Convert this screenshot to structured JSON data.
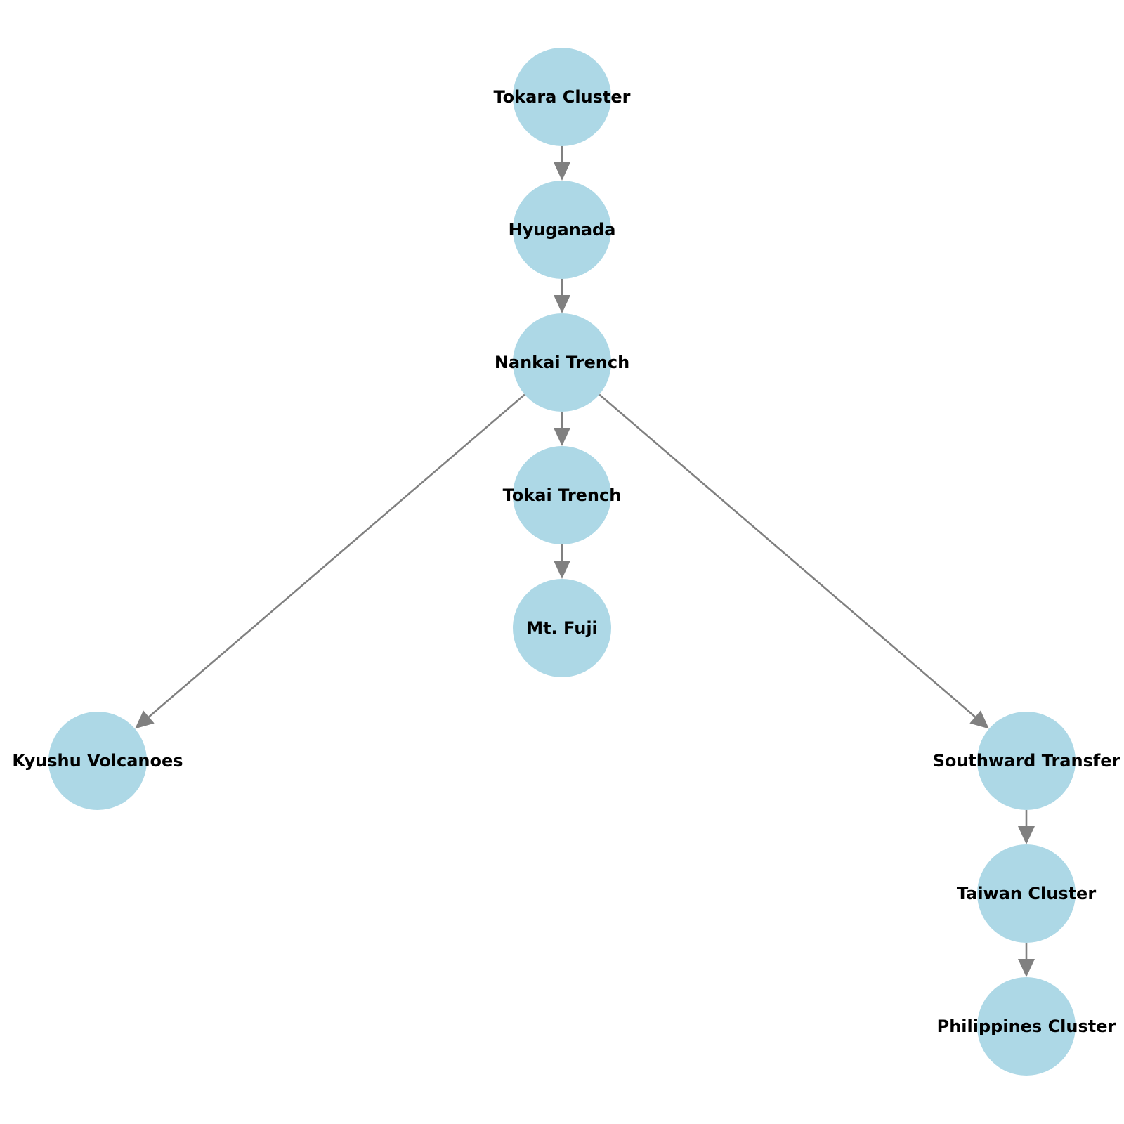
{
  "graph": {
    "nodes": [
      {
        "id": "tokara",
        "label": "Tokara Cluster",
        "color": "#add8e6"
      },
      {
        "id": "hyuganada",
        "label": "Hyuganada",
        "color": "#add8e6"
      },
      {
        "id": "nankai",
        "label": "Nankai Trench",
        "color": "#add8e6"
      },
      {
        "id": "tokai",
        "label": "Tokai Trench",
        "color": "#add8e6"
      },
      {
        "id": "fuji",
        "label": "Mt. Fuji",
        "color": "#add8e6"
      },
      {
        "id": "kyushu",
        "label": "Kyushu Volcanoes",
        "color": "#add8e6"
      },
      {
        "id": "southward",
        "label": "Southward Transfer",
        "color": "#add8e6"
      },
      {
        "id": "taiwan",
        "label": "Taiwan Cluster",
        "color": "#add8e6"
      },
      {
        "id": "philippines",
        "label": "Philippines Cluster",
        "color": "#add8e6"
      }
    ],
    "edges": [
      {
        "from": "tokara",
        "to": "hyuganada"
      },
      {
        "from": "hyuganada",
        "to": "nankai"
      },
      {
        "from": "nankai",
        "to": "tokai"
      },
      {
        "from": "nankai",
        "to": "kyushu"
      },
      {
        "from": "nankai",
        "to": "southward"
      },
      {
        "from": "tokai",
        "to": "fuji"
      },
      {
        "from": "southward",
        "to": "taiwan"
      },
      {
        "from": "taiwan",
        "to": "philippines"
      }
    ],
    "edge_color": "#808080"
  }
}
